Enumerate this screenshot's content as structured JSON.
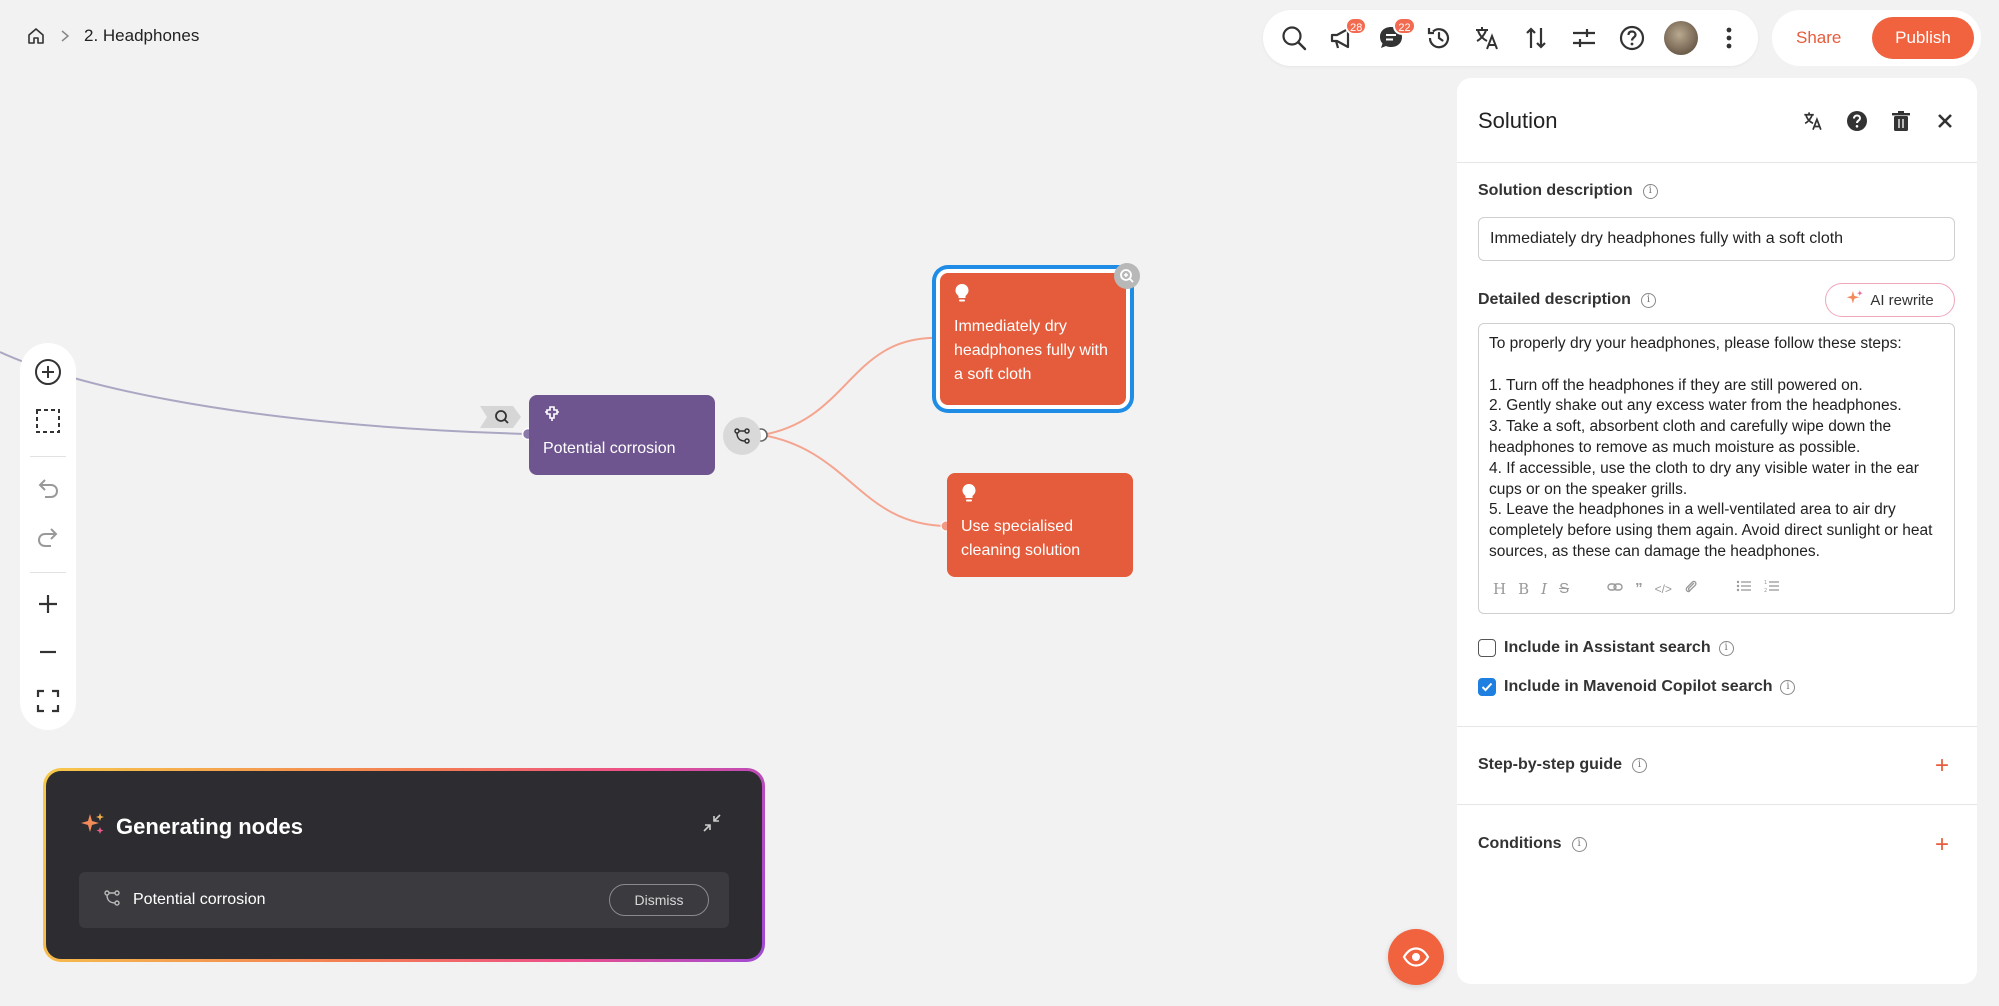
{
  "breadcrumb": {
    "current": "2. Headphones"
  },
  "toolbar": {
    "announcements_badge": "28",
    "comments_badge": "22"
  },
  "actions": {
    "share_label": "Share",
    "publish_label": "Publish"
  },
  "nodes": {
    "purple": {
      "label": "Potential corrosion"
    },
    "solution1": {
      "label": "Immediately dry headphones fully with a soft cloth"
    },
    "solution2": {
      "label": "Use specialised cleaning solution"
    }
  },
  "generating": {
    "title": "Generating nodes",
    "row_label": "Potential corrosion",
    "dismiss_label": "Dismiss"
  },
  "panel": {
    "title": "Solution",
    "solution_description_label": "Solution description",
    "solution_description_value": "Immediately dry headphones fully with a soft cloth",
    "detailed_description_label": "Detailed description",
    "ai_rewrite_label": "AI rewrite",
    "detailed_description_text": "To properly dry your headphones, please follow these steps:\n\n1. Turn off the headphones if they are still powered on.\n2. Gently shake out any excess water from the headphones.\n3. Take a soft, absorbent cloth and carefully wipe down the headphones to remove as much moisture as possible.\n4. If accessible, use the cloth to dry any visible water in the ear cups or on the speaker grills.\n5. Leave the headphones in a well-ventilated area to air dry completely before using them again. Avoid direct sunlight or heat sources, as these can damage the headphones.",
    "include_assistant_label": "Include in Assistant search",
    "include_assistant_checked": false,
    "include_copilot_label": "Include in Mavenoid Copilot search",
    "include_copilot_checked": true,
    "step_guide_label": "Step-by-step guide",
    "conditions_label": "Conditions"
  },
  "colors": {
    "accent": "#f1623f",
    "node_purple": "#6e558f",
    "node_red": "#e45c3b",
    "selection_blue": "#1f8de6"
  }
}
